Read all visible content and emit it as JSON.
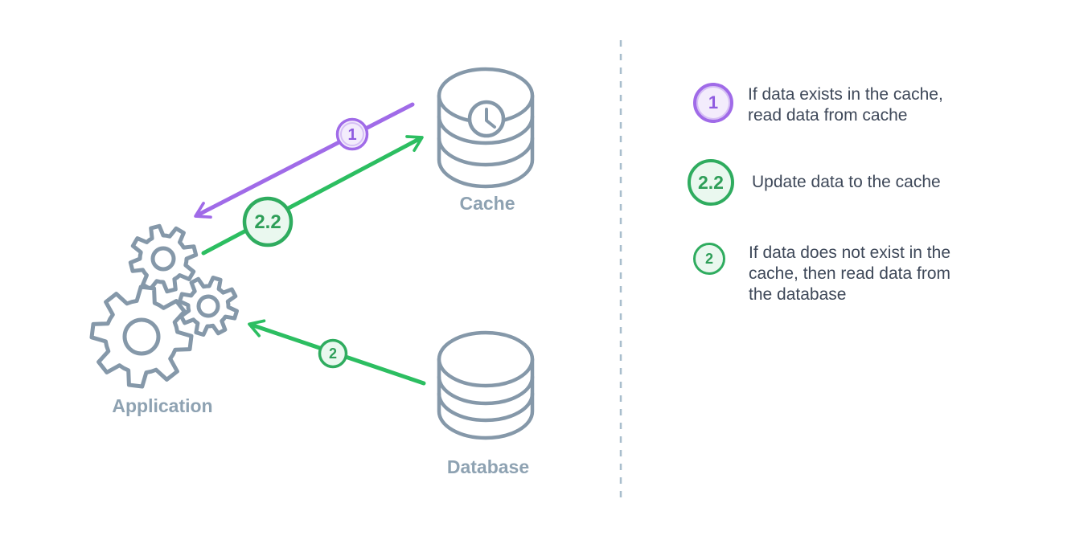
{
  "diagram": {
    "nodes": {
      "application": {
        "label": "Application",
        "icon": "gears-icon"
      },
      "cache": {
        "label": "Cache",
        "icon": "database-clock-icon"
      },
      "database": {
        "label": "Database",
        "icon": "database-icon"
      }
    }
  },
  "steps": [
    {
      "badge": "1",
      "color": "#A06BE8",
      "description_lines": [
        "If data exists in the cache,",
        "read data from cache"
      ]
    },
    {
      "badge": "2.2",
      "color": "#2FAC5F",
      "description_lines": [
        "Update data to the cache"
      ]
    },
    {
      "badge": "2",
      "color": "#2FAC5F",
      "description_lines": [
        "If data does not exist in the",
        "cache, then read data from",
        "the database"
      ]
    }
  ],
  "colors": {
    "purple_arrow": "#A06BE8",
    "green_arrow": "#2CBE61",
    "icon_stroke": "#8598A9",
    "node_label": "#8EA2B2",
    "legend_text": "#3E4859",
    "divider": "#A9BECD",
    "background": "#FFFFFF"
  }
}
